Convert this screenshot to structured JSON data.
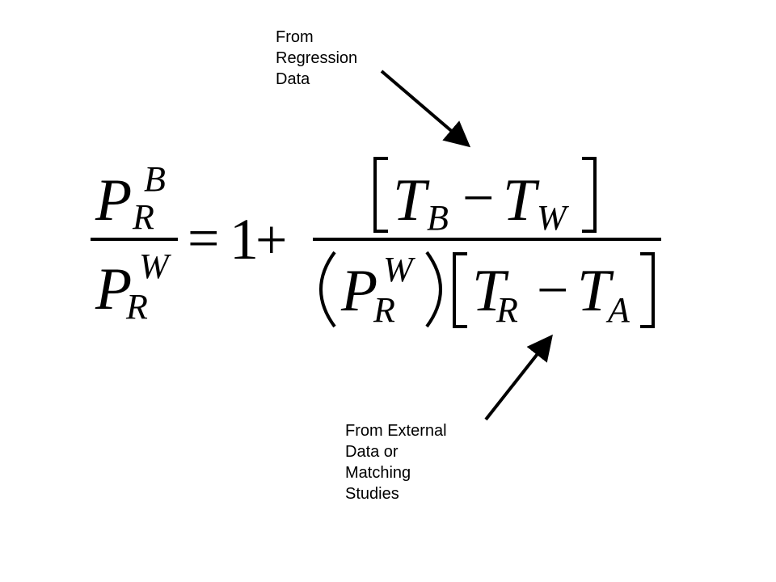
{
  "annotations": {
    "top": {
      "lines": [
        "From",
        "Regression",
        "Data"
      ]
    },
    "bottom": {
      "lines": [
        "From External",
        "Data or",
        "Matching",
        "Studies"
      ]
    }
  },
  "equation": {
    "lhs_num_base": "P",
    "lhs_num_sup": "B",
    "lhs_num_sub": "R",
    "lhs_den_base": "P",
    "lhs_den_sup": "W",
    "lhs_den_sub": "R",
    "equals": "=",
    "one": "1",
    "plus": "+",
    "rhs_num_t1": "T",
    "rhs_num_t1_sub": "B",
    "rhs_num_minus": "−",
    "rhs_num_t2": "T",
    "rhs_num_t2_sub": "W",
    "rhs_den_base": "P",
    "rhs_den_sup": "W",
    "rhs_den_sub": "R",
    "rhs_den_t1": "T",
    "rhs_den_t1_sub": "R",
    "rhs_den_minus": "−",
    "rhs_den_t2": "T",
    "rhs_den_t2_sub": "A"
  },
  "colors": {
    "ink": "#000000",
    "background": "#ffffff"
  }
}
